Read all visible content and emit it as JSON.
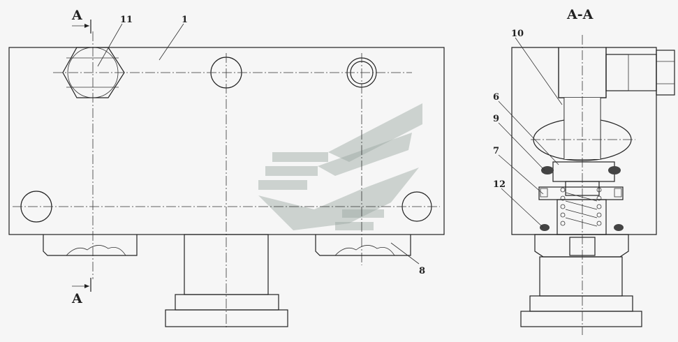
{
  "section_marks": {
    "top": "A",
    "bottom": "A",
    "section_title": "A-A"
  },
  "front_view_callouts": {
    "c11": "11",
    "c1": "1",
    "c8": "8"
  },
  "section_callouts": {
    "c10": "10",
    "c6": "6",
    "c9": "9",
    "c7": "7",
    "c12": "12"
  },
  "watermark": {
    "shape": "stylized-chevron-logo",
    "color": "#9aa6a0"
  }
}
